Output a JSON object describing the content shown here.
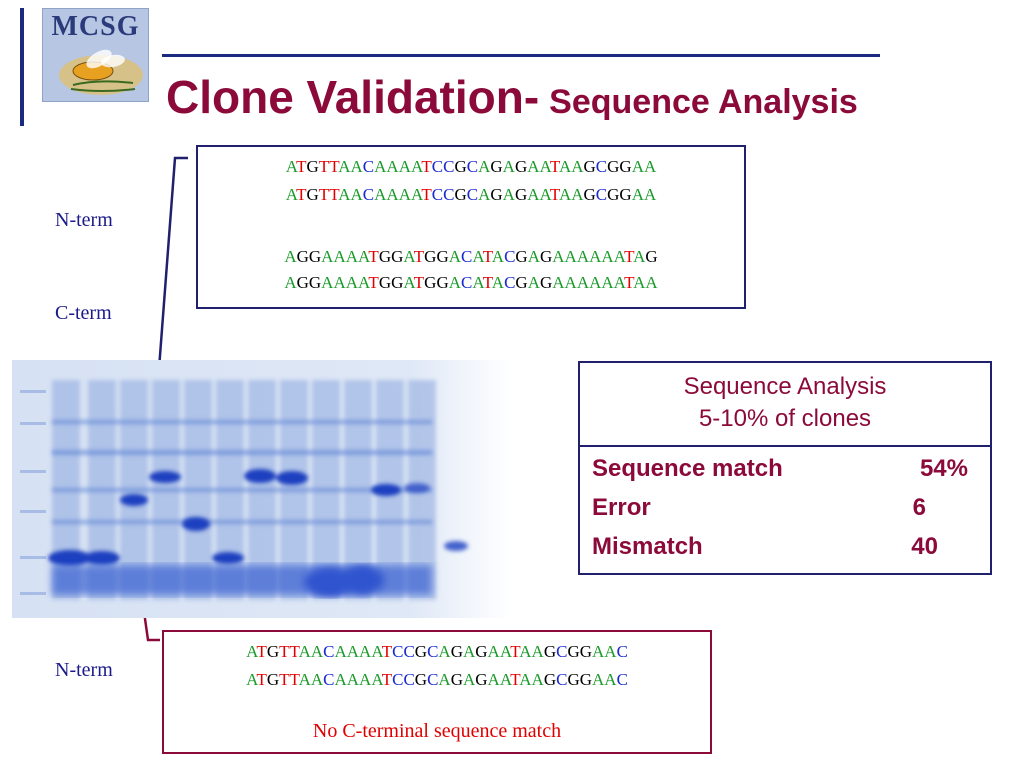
{
  "logo": {
    "text": "MCSG"
  },
  "title": {
    "main": "Clone Validation-",
    "sub": "Sequence Analysis"
  },
  "colors": {
    "A": "#1a9a2a",
    "T": "#e00000",
    "G": "#000000",
    "C": "#1a2ad0",
    "title": "#8b0a3a",
    "frame": "#20206e"
  },
  "top_box": {
    "lines": [
      "ATGTTAACAAAATCCGCAGAGAATAAGCGGAA",
      "ATGTTAACAAAATCCGCAGAGAATAAGCGGAA",
      "AGGAAAATGGATGGACATACGAGAAAAAATAG",
      "AGGAAAATGGATGGACATACGAGAAAAAATAA"
    ]
  },
  "labels": {
    "n_term_top": "N-term",
    "c_term": "C-term",
    "n_term_bottom": "N-term"
  },
  "analysis_table": {
    "header_line1": "Sequence Analysis",
    "header_line2": "5-10% of clones",
    "rows": [
      {
        "label": "Sequence match",
        "value": "54%"
      },
      {
        "label": "Error",
        "value": "6"
      },
      {
        "label": "Mismatch",
        "value": "40"
      }
    ]
  },
  "bottom_box": {
    "lines": [
      "ATGTTAACAAAATCCGCAGAGAATAAGCGGAAC",
      "ATGTTAACAAAATCCGCAGAGAATAAGCGGAAC"
    ],
    "note": "No C-terminal sequence match"
  }
}
